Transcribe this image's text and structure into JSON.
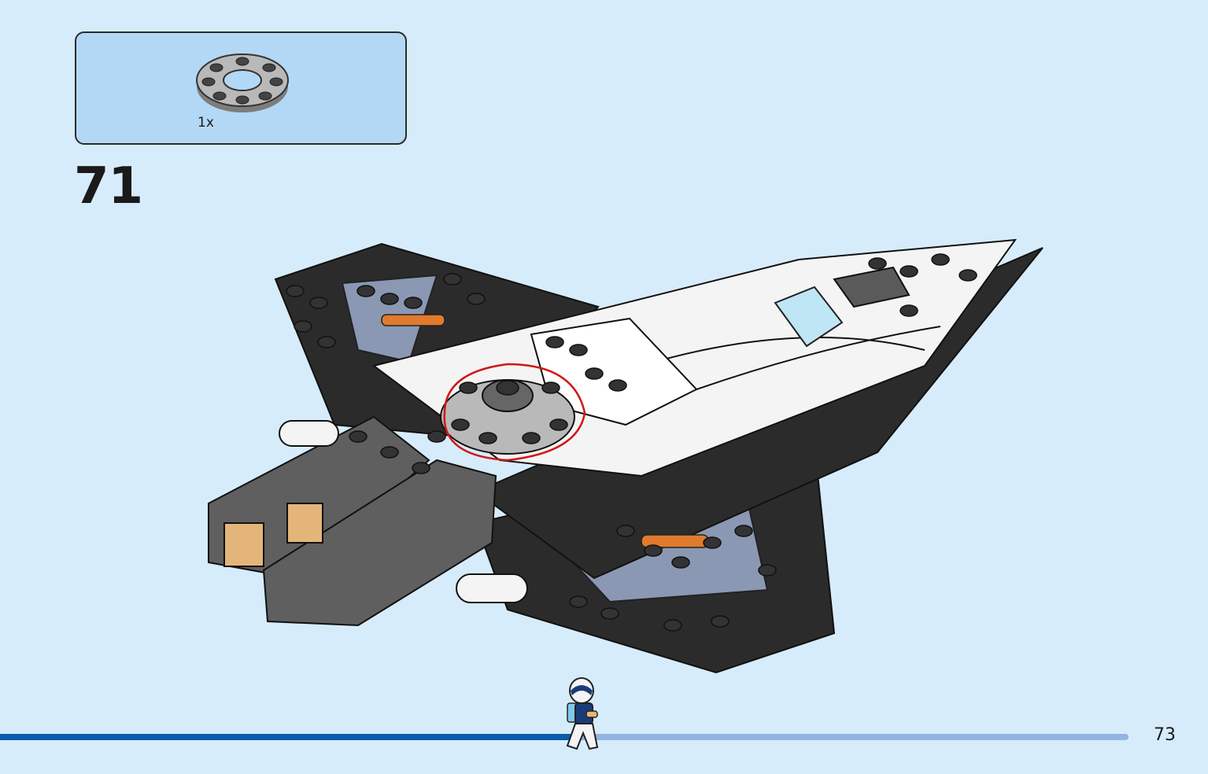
{
  "step": {
    "number": "71",
    "parts": [
      {
        "quantity": "1x",
        "icon": "round-plate-with-hole-icon",
        "color": "#a8a8a8"
      }
    ]
  },
  "page": {
    "number": "73"
  },
  "progress": {
    "fraction": 0.51
  },
  "colors": {
    "background": "#d6ecfb",
    "callout": "#b3d8f5",
    "progress_done": "#0a5cac",
    "progress_remaining": "#93b3e2",
    "highlight": "#d01818"
  }
}
